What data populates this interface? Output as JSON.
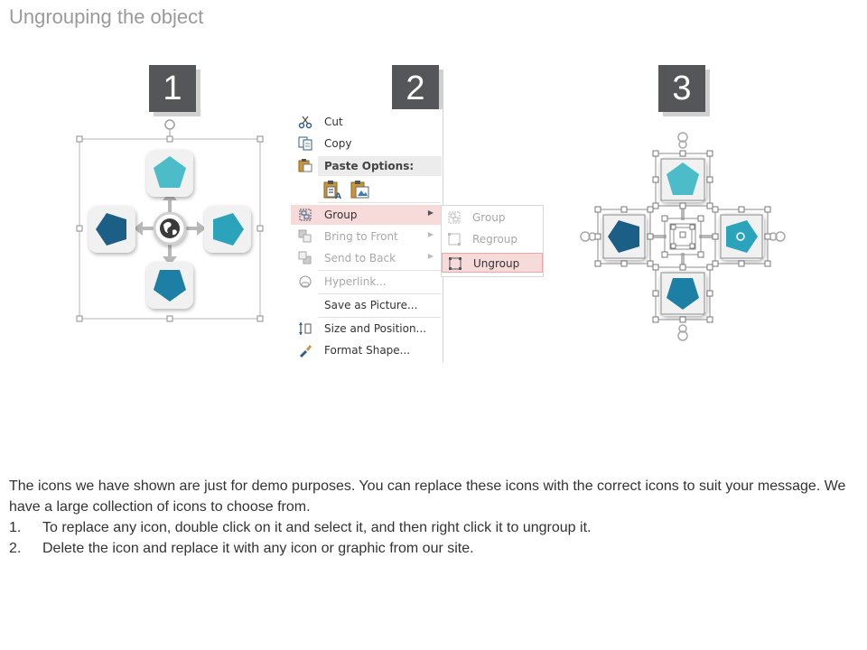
{
  "title": "Ungrouping the object",
  "steps": [
    "1",
    "2",
    "3"
  ],
  "context_menu": {
    "items": [
      {
        "label": "Cut",
        "icon": "scissors-icon",
        "enabled": true
      },
      {
        "label": "Copy",
        "icon": "copy-icon",
        "enabled": true
      },
      {
        "label": "Paste Options:",
        "icon": "paste-icon",
        "enabled": true
      },
      {
        "label": "Group",
        "icon": "group-icon",
        "enabled": true,
        "submenu": true
      },
      {
        "label": "Bring to Front",
        "icon": "bring-to-front-icon",
        "enabled": false,
        "submenu": true
      },
      {
        "label": "Send to Back",
        "icon": "send-to-back-icon",
        "enabled": false,
        "submenu": true
      },
      {
        "label": "Hyperlink...",
        "icon": "hyperlink-icon",
        "enabled": false
      },
      {
        "label": "Save as Picture...",
        "enabled": true
      },
      {
        "label": "Size and Position...",
        "icon": "size-position-icon",
        "enabled": true
      },
      {
        "label": "Format Shape...",
        "icon": "format-shape-icon",
        "enabled": true
      }
    ],
    "submenu": [
      {
        "label": "Group",
        "enabled": false
      },
      {
        "label": "Regroup",
        "enabled": false
      },
      {
        "label": "Ungroup",
        "enabled": true,
        "highlighted": true
      }
    ]
  },
  "description": {
    "intro": "The icons we have shown are just for demo purposes. You can replace these icons with the correct icons to suit your message. We have a large collection of icons to choose from.",
    "steps": [
      {
        "num": "1.",
        "text": "To replace any icon, double click on it and select it, and then right click it to ungroup it."
      },
      {
        "num": "2.",
        "text": "Delete the icon and replace it with any icon or graphic from our site."
      }
    ]
  },
  "colors": {
    "light_teal": "#4bbcc8",
    "mid_teal": "#2aa3bb",
    "dark_blue": "#1b5f86",
    "deep_teal": "#1f7fa3",
    "highlight": "#f7dada",
    "step_box": "#555659"
  }
}
